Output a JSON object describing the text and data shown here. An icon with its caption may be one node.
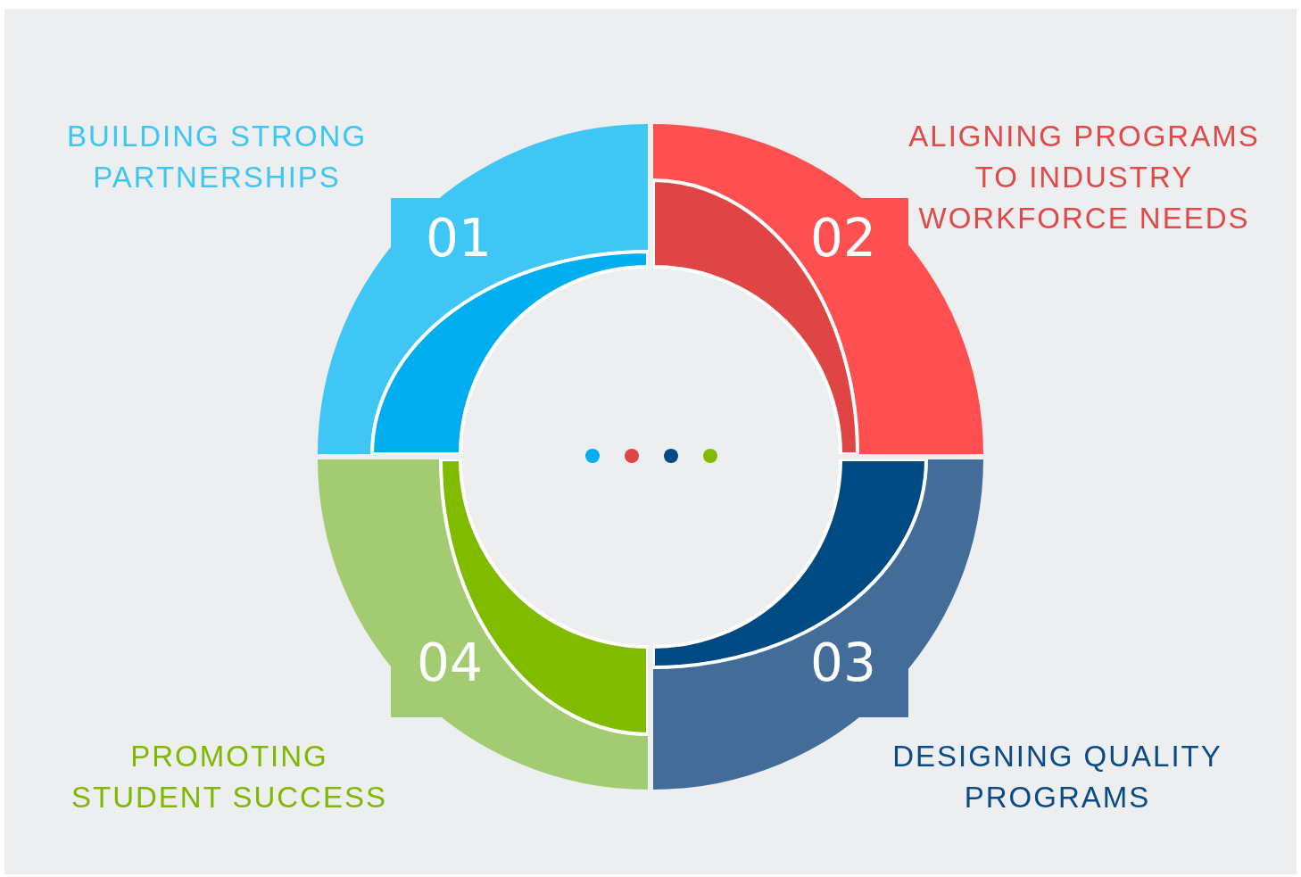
{
  "diagram": {
    "nodes": [
      {
        "text": [
          "01"
        ],
        "beside": [
          "BUILDING STRONG PARTNERSHIPS"
        ]
      },
      {
        "text": [
          "02"
        ],
        "beside": [
          "ALIGNING PROGRAMS TO INDUSTRY WORKFORCE NEEDS"
        ]
      },
      {
        "text": [
          "03"
        ],
        "beside": [
          "DESIGNING QUALITY PROGRAMS"
        ]
      },
      {
        "text": [
          "04"
        ],
        "beside": [
          "PROMOTING STUDENT SUCCESS"
        ]
      }
    ]
  }
}
